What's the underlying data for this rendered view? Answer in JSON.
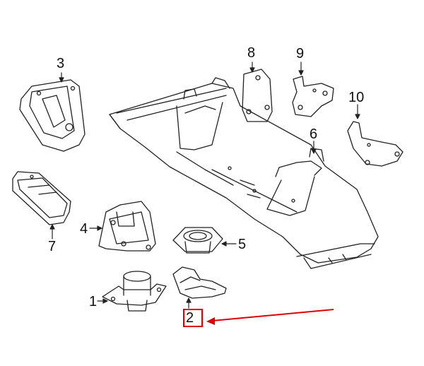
{
  "diagram": {
    "callouts": [
      {
        "key": "c1",
        "label": "1"
      },
      {
        "key": "c2",
        "label": "2"
      },
      {
        "key": "c3",
        "label": "3"
      },
      {
        "key": "c4",
        "label": "4"
      },
      {
        "key": "c5",
        "label": "5"
      },
      {
        "key": "c6",
        "label": "6"
      },
      {
        "key": "c7",
        "label": "7"
      },
      {
        "key": "c8",
        "label": "8"
      },
      {
        "key": "c9",
        "label": "9"
      },
      {
        "key": "c10",
        "label": "10"
      }
    ],
    "highlighted_part": "2",
    "highlight_color": "#e10000",
    "line_color": "#222222"
  }
}
